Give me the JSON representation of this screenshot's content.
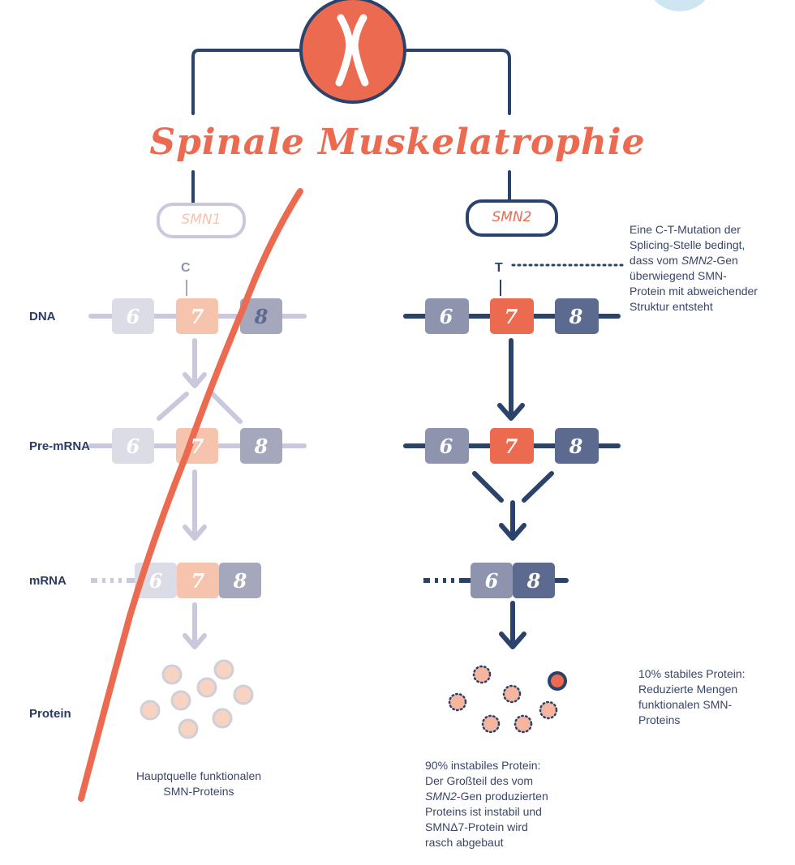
{
  "title": "Spinale Muskelatrophie",
  "chromosome_icon": "chromosome-icon",
  "genes": {
    "smn1": "SMN1",
    "smn2": "SMN2"
  },
  "bases": {
    "smn1": "C",
    "smn2": "T"
  },
  "rows": {
    "dna": "DNA",
    "pre_mrna": "Pre-mRNA",
    "mrna": "mRNA",
    "protein": "Protein"
  },
  "exons": {
    "e6": "6",
    "e7": "7",
    "e8": "8"
  },
  "notes": {
    "mutation_line1": "Eine C-T-Mutation der",
    "mutation_line2": "Splicing-Stelle bedingt,",
    "mutation_line3a": "dass vom ",
    "mutation_line3b": "SMN2",
    "mutation_line3c": "-Gen",
    "mutation_line4": "überwiegend SMN-",
    "mutation_line5": "Protein mit abweichender",
    "mutation_line6": "Struktur entsteht",
    "stable_line1": "10% stabiles Protein:",
    "stable_line2": "Reduzierte Mengen",
    "stable_line3": "funktionalen SMN-",
    "stable_line4": "Proteins",
    "smn1_line1": "Hauptquelle funktionalen",
    "smn1_line2": "SMN-Proteins",
    "unstable_line1": "90% instabiles Protein:",
    "unstable_line2": "Der Großteil des vom",
    "unstable_line3a": "SMN2",
    "unstable_line3b": "-Gen produzierten",
    "unstable_line4": "Proteins ist instabil und",
    "unstable_line5": "SMNΔ7-Protein wird",
    "unstable_line6": "rasch abgebaut"
  },
  "colors": {
    "navy": "#2b426b",
    "coral": "#ec6a4f",
    "peach": "#f6c3ad",
    "light_grey": "#dcdce6",
    "mid_grey": "#a5a7bd",
    "slate": "#8e93ae",
    "dark_slate": "#5c6a8f",
    "pale_lilac": "#c9c8dc"
  }
}
